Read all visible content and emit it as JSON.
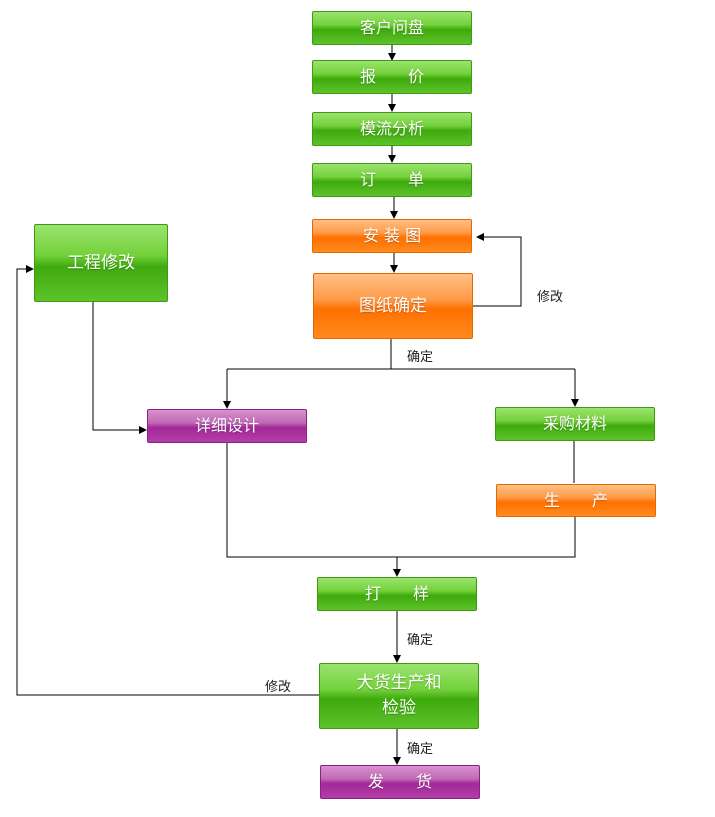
{
  "nodes": {
    "inquiry": "客户问盘",
    "quote": "报　　价",
    "mold_flow": "模流分析",
    "order": "订　　单",
    "install_drawing": "安 装 图",
    "drawing_confirm": "图纸确定",
    "eng_change": "工程修改",
    "detail_design": "详细设计",
    "purchase": "采购材料",
    "production": "生　　产",
    "sample": "打　　样",
    "mass_prod": "大货生产和\n检验",
    "shipping": "发　　货"
  },
  "labels": {
    "modify_1": "修改",
    "confirm_1": "确定",
    "confirm_2": "确定",
    "modify_2": "修改",
    "confirm_3": "确定"
  },
  "colors": {
    "green": "#3eaa0d",
    "orange": "#ff7000",
    "purple": "#a3289a",
    "line": "#000000"
  }
}
